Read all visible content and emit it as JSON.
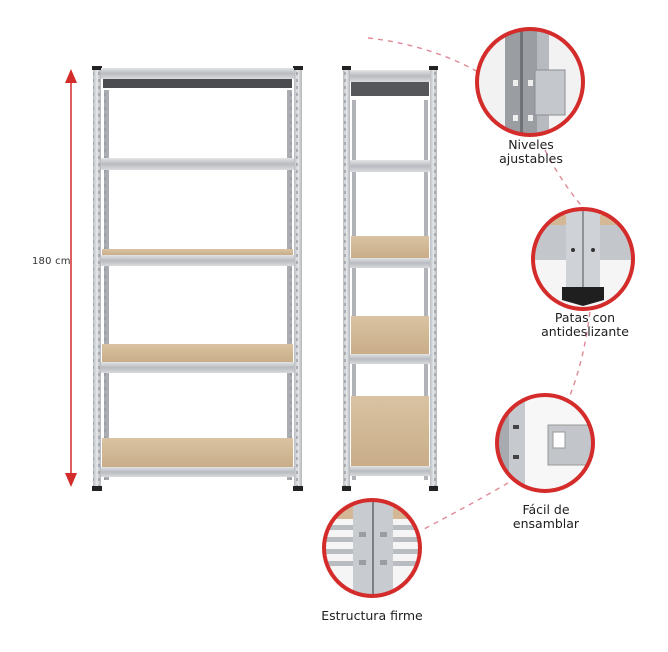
{
  "image": {
    "subject": "metal storage shelving unit, 5 tiers",
    "background": "#ffffff"
  },
  "dimension": {
    "height_label": "180 cm",
    "arrow_color": "#d42b2b"
  },
  "views": {
    "front": {
      "shelves": 5,
      "board_color": "#d2b896",
      "frame_color": "#c9ccd0"
    },
    "side": {
      "shelves": 5
    }
  },
  "features": [
    {
      "id": "niveles",
      "label_line1": "Niveles",
      "label_line2": "ajustables",
      "icon": "adjustable-levels-closeup"
    },
    {
      "id": "patas",
      "label_line1": "Patas con",
      "label_line2": "antideslizante",
      "icon": "anti-slip-feet-closeup"
    },
    {
      "id": "facil",
      "label_line1": "Fácil de",
      "label_line2": "ensamblar",
      "icon": "easy-assembly-closeup"
    },
    {
      "id": "estructura",
      "label_line1": "Estructura firme",
      "label_line2": "",
      "icon": "firm-structure-closeup"
    }
  ],
  "colors": {
    "accent_red": "#d42b2b",
    "dashed_line": "#e08a98"
  }
}
